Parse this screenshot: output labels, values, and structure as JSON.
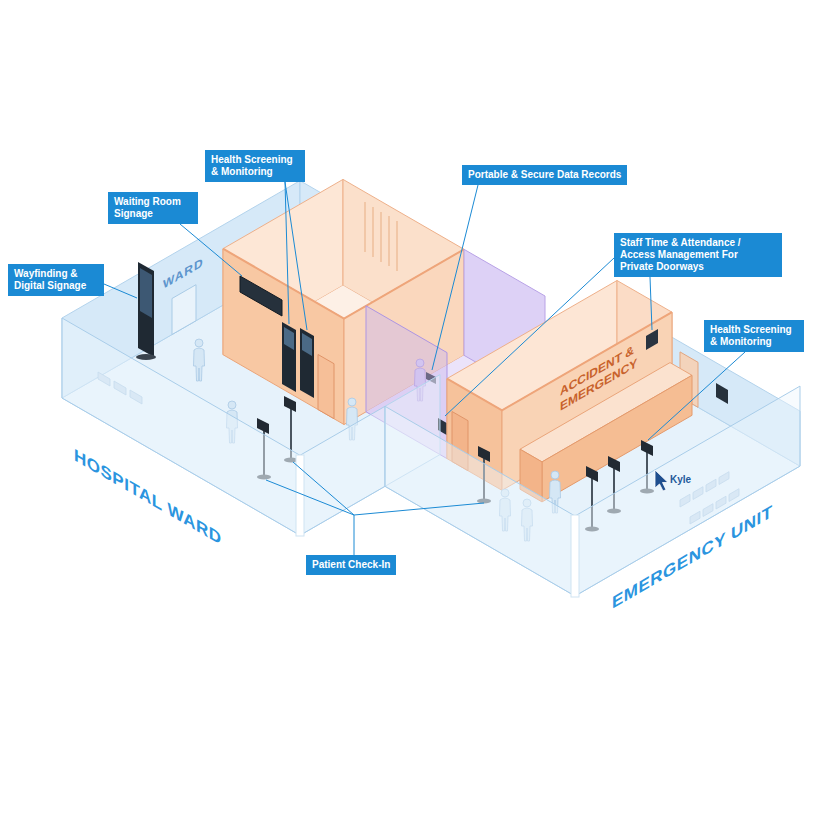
{
  "diagram": {
    "nodes": [
      {
        "text": [
          "Health Screening & Monitoring"
        ]
      },
      {
        "text": [
          "Portable & Secure Data Records"
        ]
      },
      {
        "text": [
          "Waiting Room Signage"
        ]
      },
      {
        "text": [
          "Staff Time & Attendance / Access Management For Private Doorways"
        ]
      },
      {
        "text": [
          "Wayfinding & Digital Signage"
        ]
      },
      {
        "text": [
          "Health Screening & Monitoring"
        ]
      },
      {
        "text": [
          "Patient Check-In"
        ]
      }
    ],
    "labels": [
      "WARD",
      "ACCIDENT & EMERGENCY",
      "HOSPITAL WARD",
      "EMERGENCY UNIT",
      "Kyle"
    ]
  }
}
